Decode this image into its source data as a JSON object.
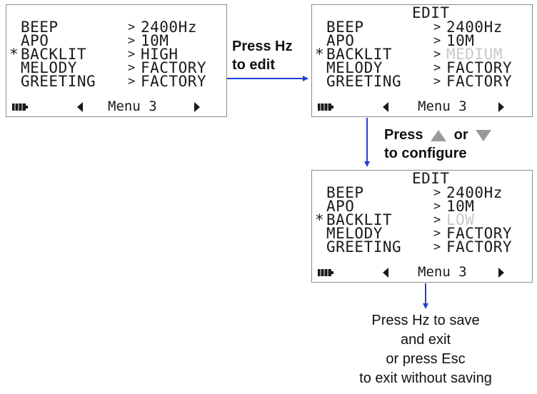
{
  "screens": [
    {
      "edit_label": "",
      "rows": [
        {
          "marker": " ",
          "label": "BEEP",
          "value": "2400Hz",
          "dim": false
        },
        {
          "marker": " ",
          "label": "APO",
          "value": "10M",
          "dim": false
        },
        {
          "marker": "*",
          "label": "BACKLIT",
          "value": "HIGH",
          "dim": false
        },
        {
          "marker": " ",
          "label": "MELODY",
          "value": "FACTORY",
          "dim": false
        },
        {
          "marker": " ",
          "label": "GREETING",
          "value": "FACTORY",
          "dim": false
        }
      ],
      "menu": "Menu 3"
    },
    {
      "edit_label": "EDIT",
      "rows": [
        {
          "marker": " ",
          "label": "BEEP",
          "value": "2400Hz",
          "dim": false
        },
        {
          "marker": " ",
          "label": "APO",
          "value": "10M",
          "dim": false
        },
        {
          "marker": "*",
          "label": "BACKLIT",
          "value": "MEDIUM",
          "dim": true
        },
        {
          "marker": " ",
          "label": "MELODY",
          "value": "FACTORY",
          "dim": false
        },
        {
          "marker": " ",
          "label": "GREETING",
          "value": "FACTORY",
          "dim": false
        }
      ],
      "menu": "Menu 3"
    },
    {
      "edit_label": "EDIT",
      "rows": [
        {
          "marker": " ",
          "label": "BEEP",
          "value": "2400Hz",
          "dim": false
        },
        {
          "marker": " ",
          "label": "APO",
          "value": "10M",
          "dim": false
        },
        {
          "marker": "*",
          "label": "BACKLIT",
          "value": "LOW",
          "dim": true
        },
        {
          "marker": " ",
          "label": "MELODY",
          "value": "FACTORY",
          "dim": false
        },
        {
          "marker": " ",
          "label": "GREETING",
          "value": "FACTORY",
          "dim": false
        }
      ],
      "menu": "Menu 3"
    }
  ],
  "captions": {
    "press_hz_line1": "Press Hz",
    "press_hz_line2": "to edit",
    "press_word": "Press",
    "or_word": "or",
    "to_configure": "to configure",
    "final_lines": [
      "Press Hz to save",
      "and exit",
      "or press Esc",
      "to exit without saving"
    ]
  },
  "colors": {
    "arrow": "#1f3fd6",
    "dim_text": "#c9c9c9",
    "button_gray": "#9a9a9a"
  },
  "icons": [
    "battery-icon",
    "left-arrow-icon",
    "right-arrow-icon",
    "up-triangle-icon",
    "down-triangle-icon"
  ]
}
